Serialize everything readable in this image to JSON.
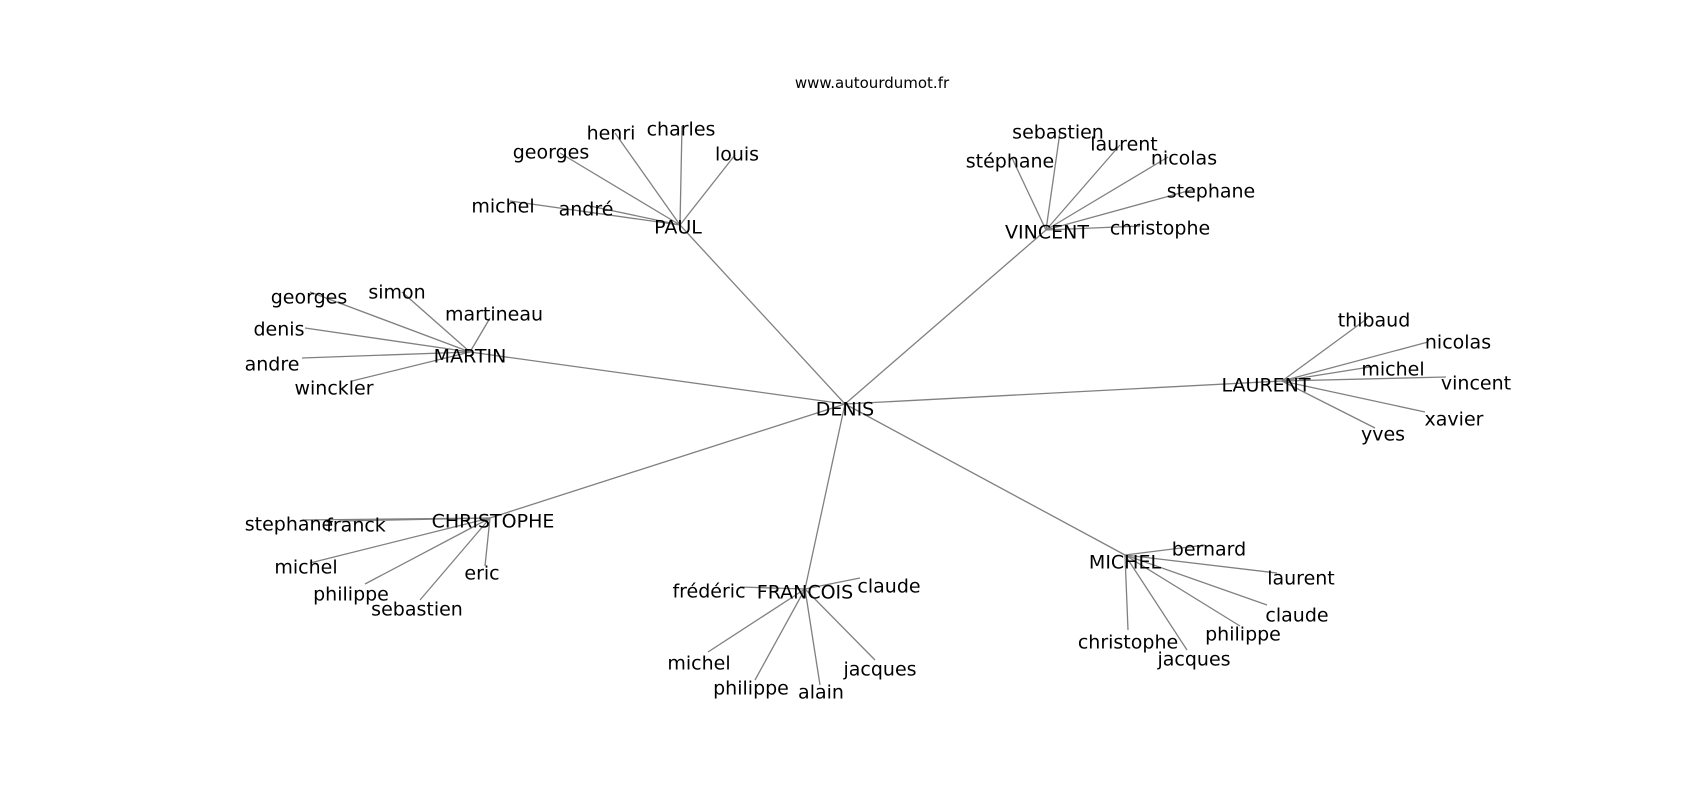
{
  "source": "www.autourdumot.fr",
  "root": "DENIS",
  "groups": [
    {
      "label": "PAUL",
      "children": [
        "michel",
        "andré",
        "georges",
        "henri",
        "charles",
        "louis"
      ]
    },
    {
      "label": "VINCENT",
      "children": [
        "stéphane",
        "sebastien",
        "laurent",
        "nicolas",
        "stephane",
        "christophe"
      ]
    },
    {
      "label": "MARTIN",
      "children": [
        "georges",
        "simon",
        "martineau",
        "denis",
        "andre",
        "winckler"
      ]
    },
    {
      "label": "LAURENT",
      "children": [
        "thibaud",
        "nicolas",
        "michel",
        "vincent",
        "xavier",
        "yves"
      ]
    },
    {
      "label": "CHRISTOPHE",
      "children": [
        "stephane",
        "franck",
        "michel",
        "philippe",
        "sebastien",
        "eric"
      ]
    },
    {
      "label": "FRANCOIS",
      "children": [
        "frédéric",
        "claude",
        "michel",
        "philippe",
        "alain",
        "jacques"
      ]
    },
    {
      "label": "MICHEL",
      "children": [
        "bernard",
        "laurent",
        "claude",
        "philippe",
        "jacques",
        "christophe"
      ]
    }
  ]
}
